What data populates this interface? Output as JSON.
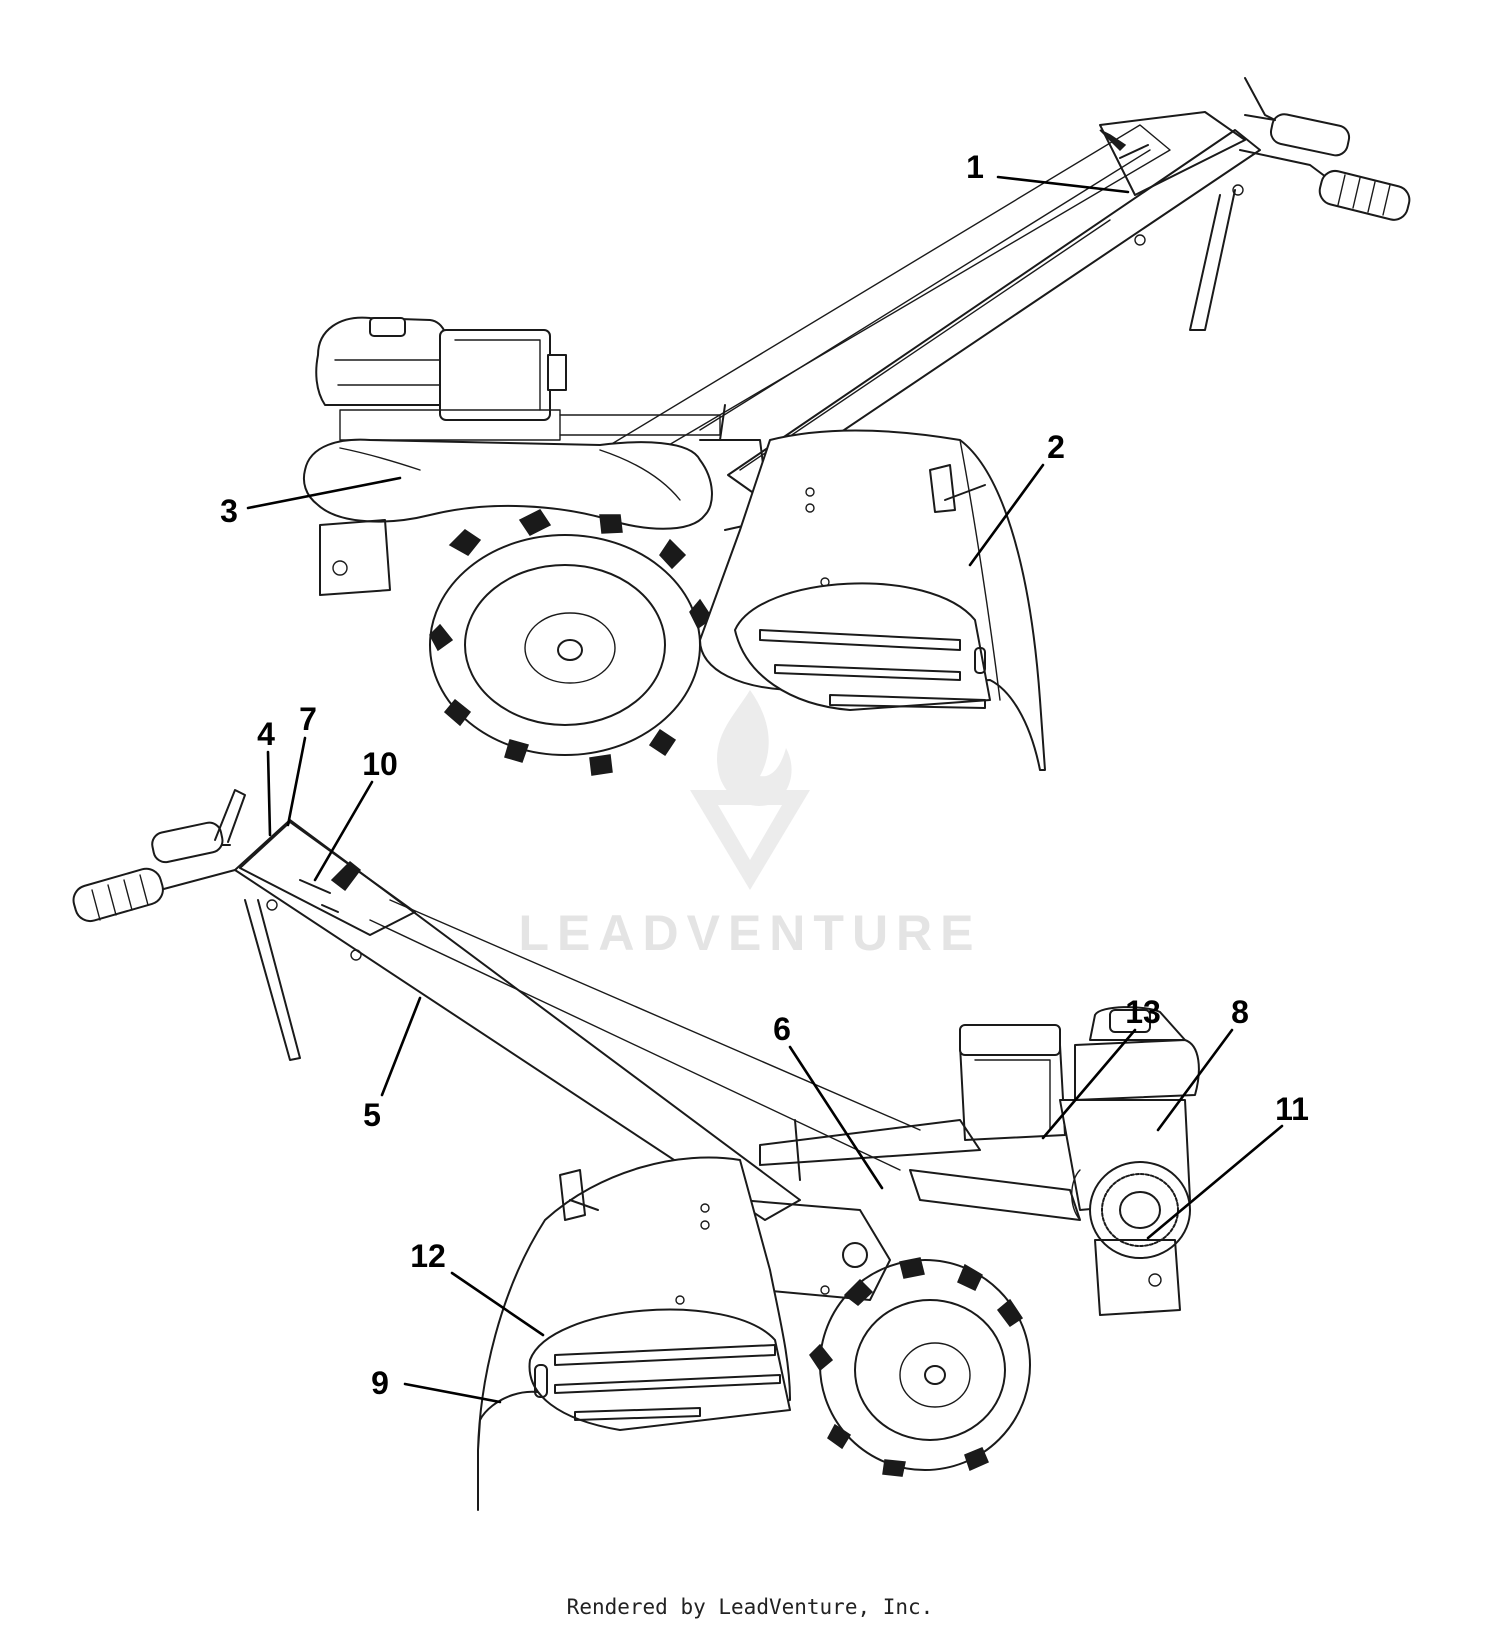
{
  "callouts": [
    {
      "number": "1"
    },
    {
      "number": "2"
    },
    {
      "number": "3"
    },
    {
      "number": "4"
    },
    {
      "number": "5"
    },
    {
      "number": "6"
    },
    {
      "number": "7"
    },
    {
      "number": "8"
    },
    {
      "number": "9"
    },
    {
      "number": "10"
    },
    {
      "number": "11"
    },
    {
      "number": "12"
    },
    {
      "number": "13"
    }
  ],
  "watermark": {
    "text": "LEADVENTURE"
  },
  "footer": {
    "text": "Rendered by LeadVenture, Inc."
  }
}
